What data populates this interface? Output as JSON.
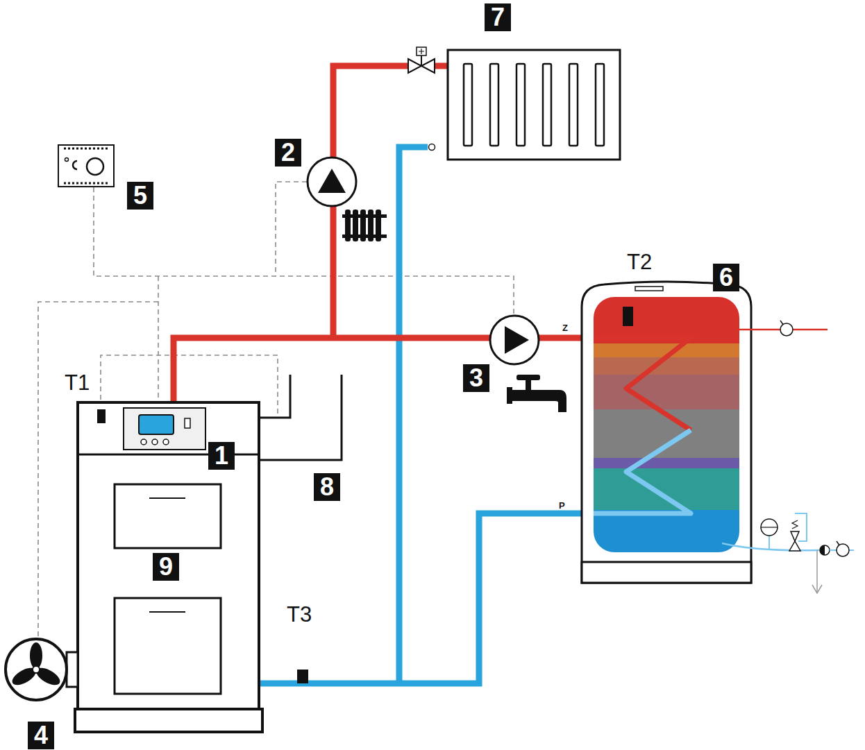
{
  "diagram": {
    "nodes": [
      {
        "text": [
          "7"
        ]
      },
      {
        "text": [
          "2"
        ]
      },
      {
        "text": [
          "5"
        ]
      },
      {
        "text": [
          "6"
        ]
      },
      {
        "text": [
          "3"
        ]
      },
      {
        "text": [
          "1"
        ]
      },
      {
        "text": [
          "8"
        ]
      },
      {
        "text": [
          "9"
        ]
      },
      {
        "text": [
          "4"
        ]
      }
    ],
    "labels": [
      "T2",
      "Z",
      "T1",
      "P",
      "T3"
    ]
  }
}
